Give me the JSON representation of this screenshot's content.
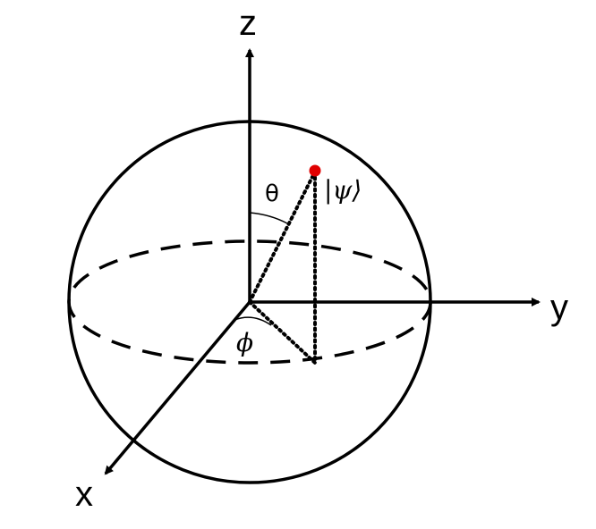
{
  "axes": {
    "z_label": "z",
    "y_label": "y",
    "x_label": "x"
  },
  "angles": {
    "theta_label": "θ",
    "phi_label": "ϕ"
  },
  "state": {
    "label": "|ψ⟩",
    "point_color": "#e00000"
  },
  "colors": {
    "stroke": "#000000",
    "background": "#ffffff"
  }
}
